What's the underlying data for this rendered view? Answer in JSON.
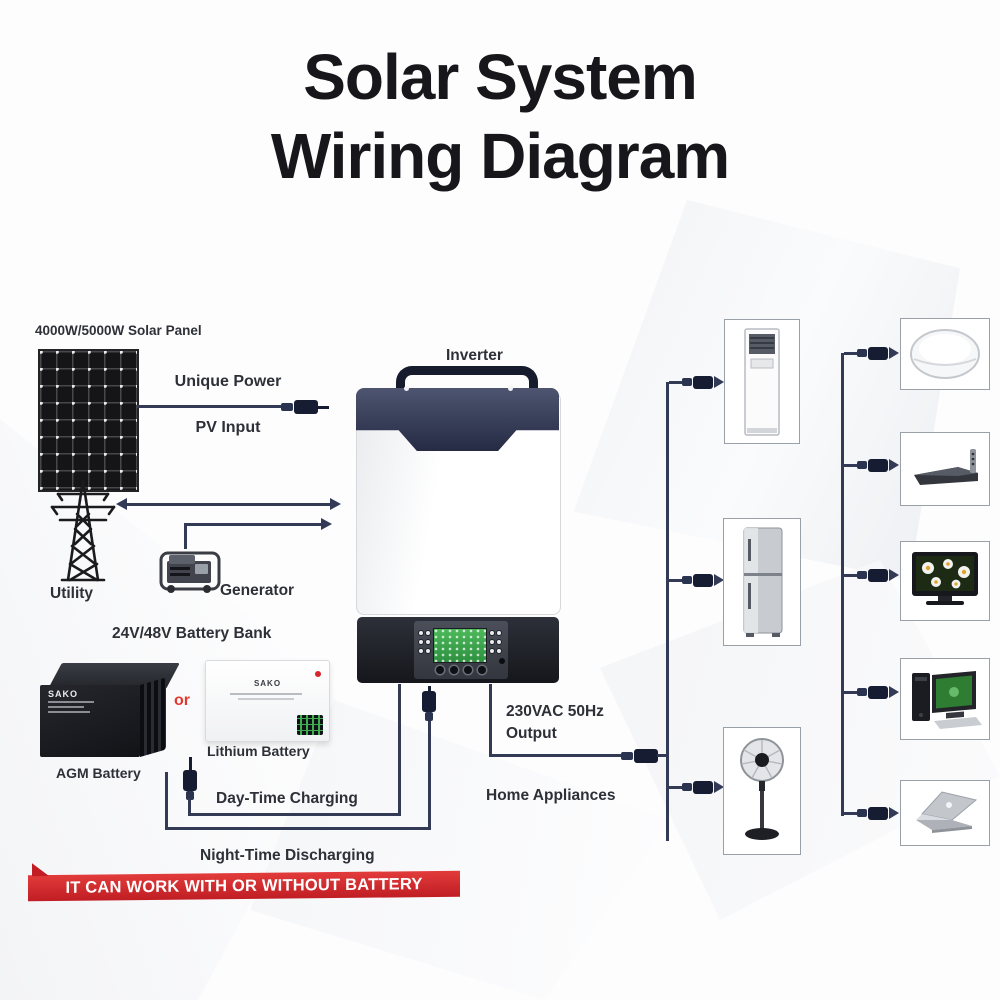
{
  "title": {
    "line1": "Solar System",
    "line2": "Wiring Diagram"
  },
  "solar": {
    "label": "4000W/5000W Solar Panel",
    "wire_top": "Unique Power",
    "wire_bottom": "PV Input"
  },
  "sources": {
    "utility": "Utility",
    "generator": "Generator"
  },
  "battery": {
    "heading": "24V/48V Battery Bank",
    "or": "or",
    "agm_label": "AGM Battery",
    "lithium_label": "Lithium Battery",
    "brand": "SAKO",
    "day_label": "Day-Time Charging",
    "night_label": "Night-Time Discharging",
    "banner": "IT CAN WORK WITH OR WITHOUT BATTERY"
  },
  "inverter": {
    "label": "Inverter"
  },
  "output": {
    "line1": "230VAC 50Hz",
    "line2": "Output",
    "appliances_label": "Home Appliances"
  },
  "appliances": {
    "left_bus": [
      "air-conditioner",
      "refrigerator",
      "stand-fan"
    ],
    "right_bus": [
      "ceiling-light",
      "media-player",
      "television",
      "desktop-computer",
      "laptop"
    ]
  },
  "colors": {
    "wire": "#323a56",
    "accent_red": "#d6252c",
    "lcd_green": "#3fae4e",
    "banner_red": "#c01e24"
  }
}
